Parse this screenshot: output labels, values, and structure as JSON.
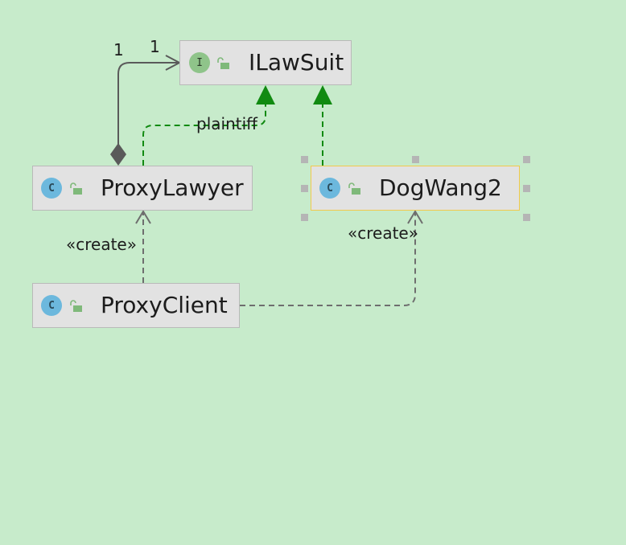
{
  "diagram": {
    "nodes": [
      {
        "id": "ilawsuit",
        "kind_icon": "interface-icon",
        "kind_letter": "I",
        "label": "ILawSuit"
      },
      {
        "id": "proxylawyer",
        "kind_icon": "class-icon",
        "kind_letter": "C",
        "label": "ProxyLawyer"
      },
      {
        "id": "dogwang2",
        "kind_icon": "class-icon",
        "kind_letter": "C",
        "label": "DogWang2"
      },
      {
        "id": "proxyclient",
        "kind_icon": "class-icon",
        "kind_letter": "C",
        "label": "ProxyClient"
      }
    ],
    "edges": [
      {
        "id": "association",
        "from": "proxylawyer",
        "to": "ilawsuit",
        "style": "composition",
        "source_multiplicity": "1",
        "target_multiplicity": "1"
      },
      {
        "id": "realization-lawyer",
        "from": "proxylawyer",
        "to": "ilawsuit",
        "style": "realization",
        "label": "plaintiff"
      },
      {
        "id": "realization-dogwang",
        "from": "dogwang2",
        "to": "ilawsuit",
        "style": "realization"
      },
      {
        "id": "create-lawyer",
        "from": "proxyclient",
        "to": "proxylawyer",
        "style": "dependency",
        "label": "«create»"
      },
      {
        "id": "create-dogwang",
        "from": "proxyclient",
        "to": "dogwang2",
        "style": "dependency",
        "label": "«create»"
      }
    ],
    "selected_node": "dogwang2"
  },
  "colors": {
    "background": "#c7ebcb",
    "realization": "#118a11",
    "dependency": "#6e6e6e",
    "composition": "#5a5a5a",
    "selection": "#f2c94c"
  }
}
